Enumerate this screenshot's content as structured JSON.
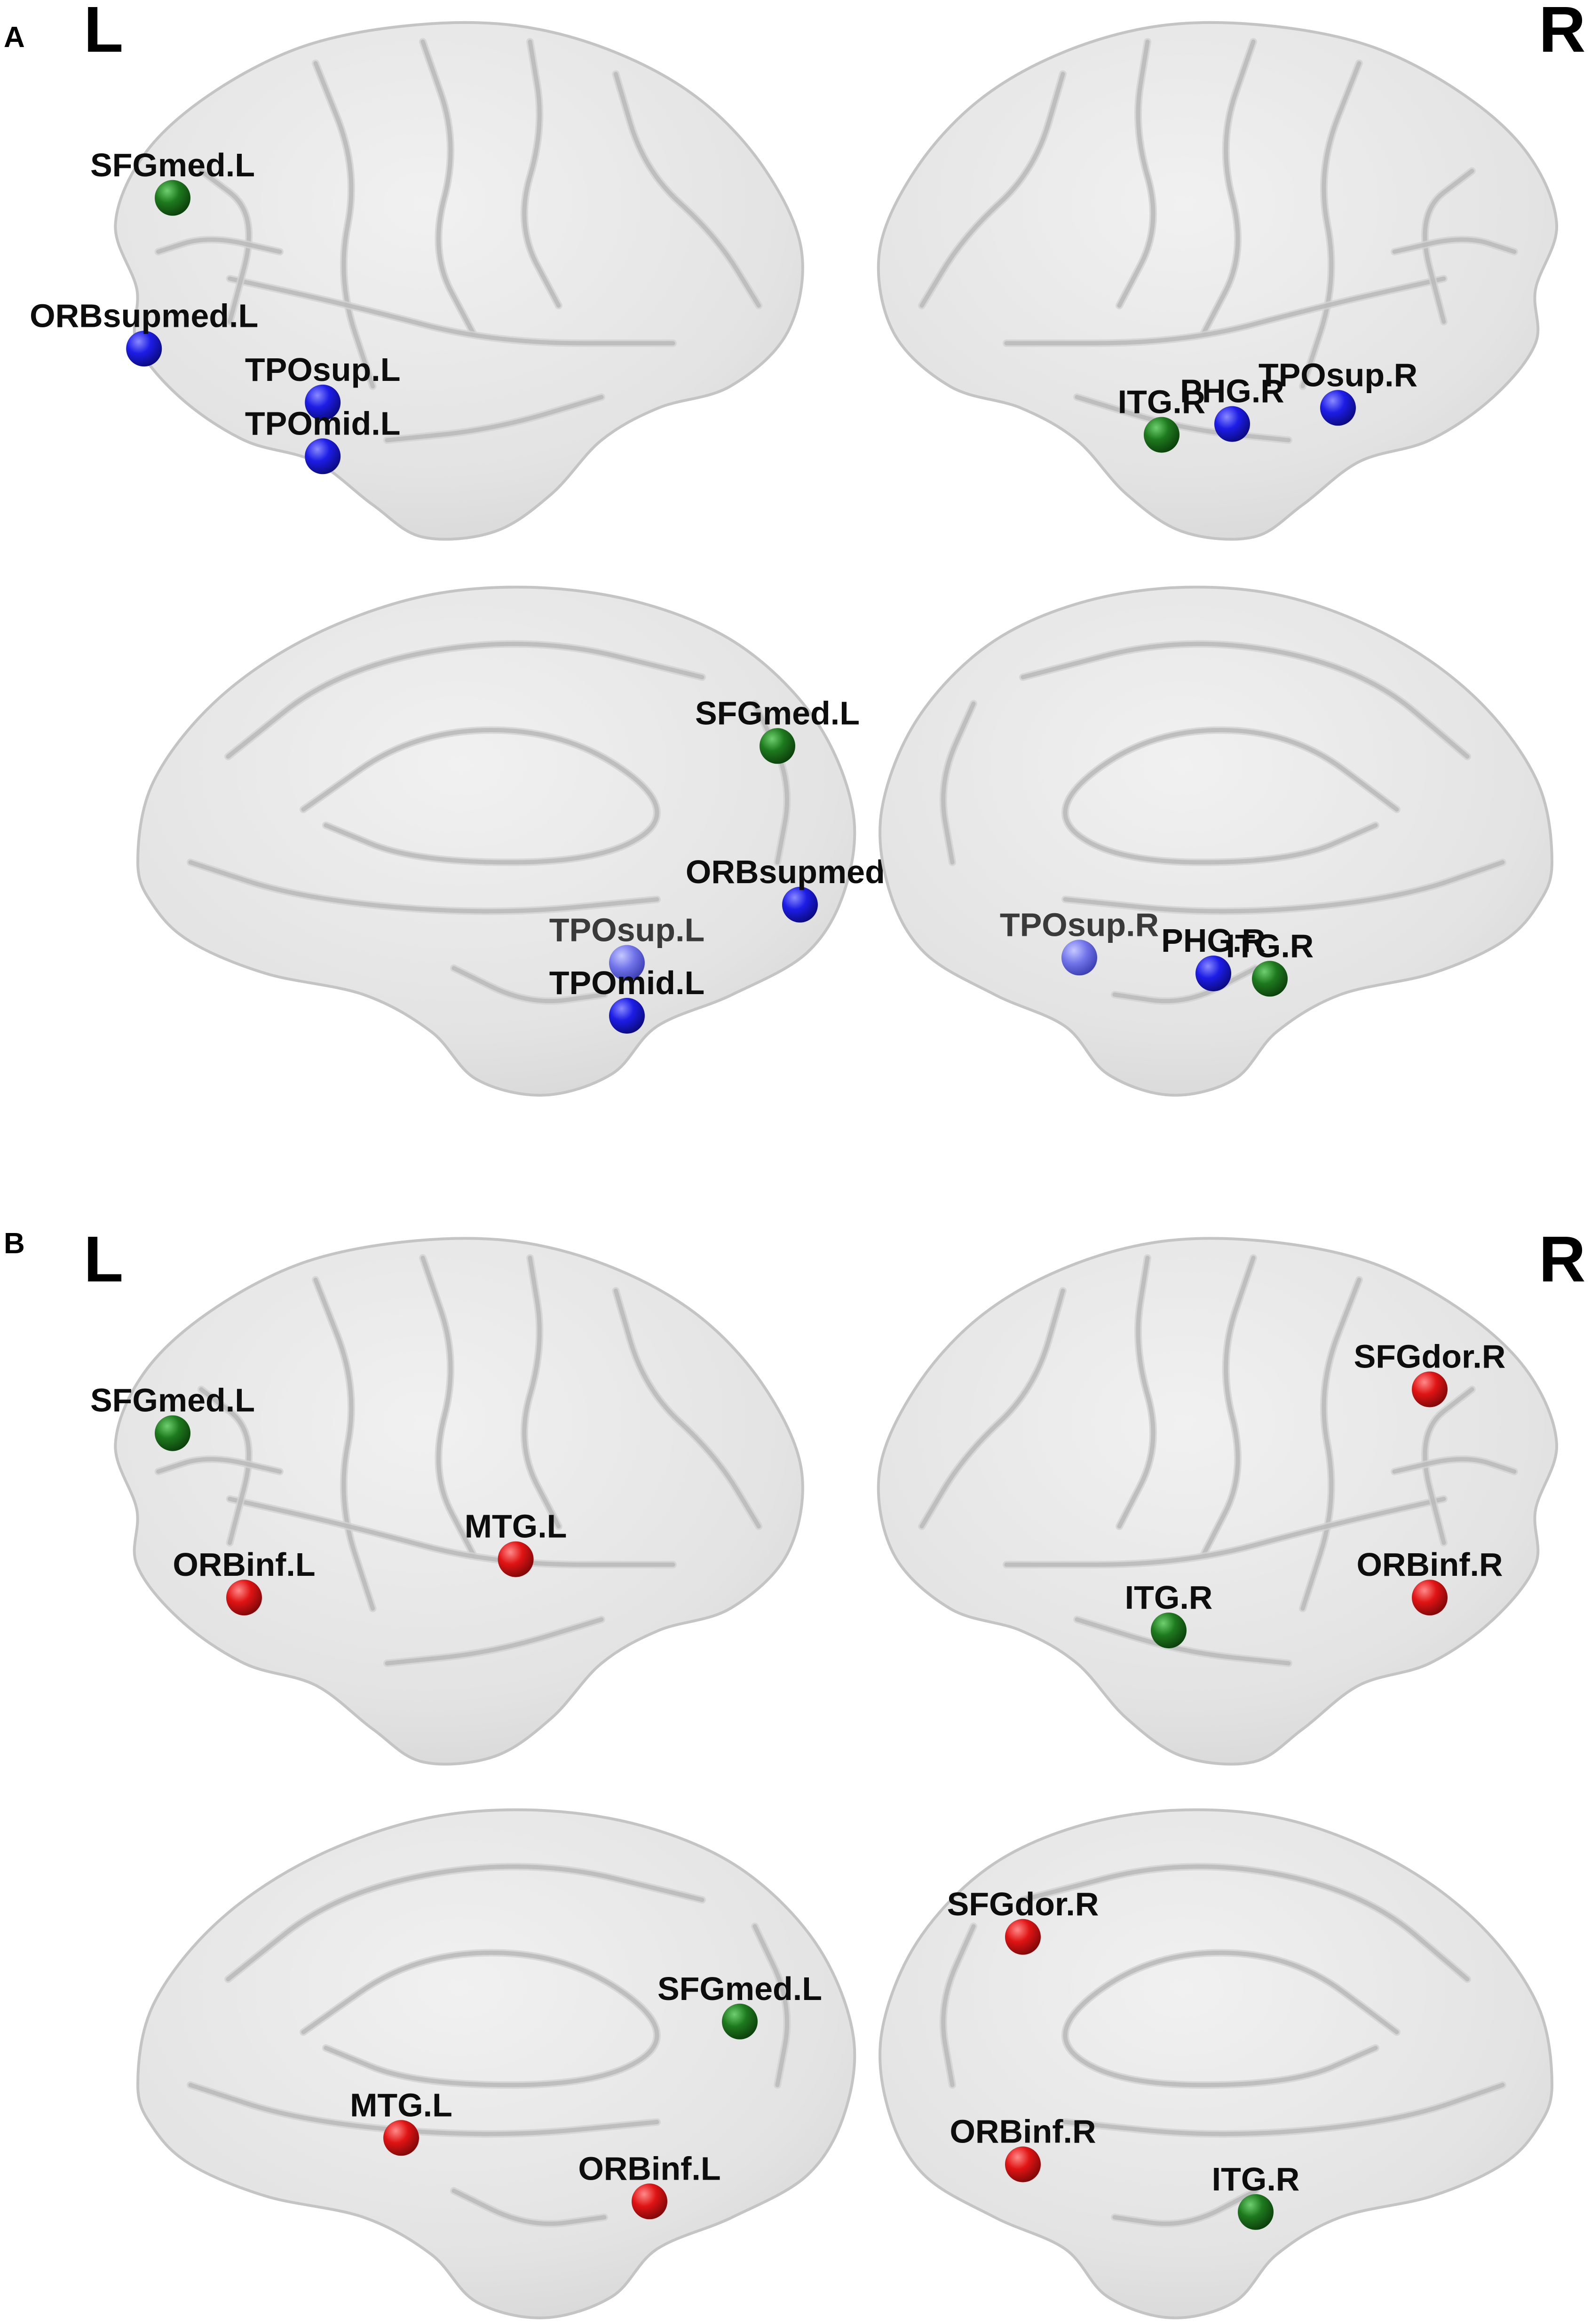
{
  "panels": [
    {
      "id": "A",
      "letter": "A",
      "left_side": "L",
      "right_side": "R",
      "views": [
        {
          "hemisphere": "left",
          "view": "lateral",
          "nodes": [
            {
              "label": "SFGmed.L",
              "color": "green",
              "u": 0.1,
              "v": 0.35
            },
            {
              "label": "ORBsupmed.L",
              "color": "blue",
              "u": 0.06,
              "v": 0.63
            },
            {
              "label": "TPOsup.L",
              "color": "blue",
              "u": 0.31,
              "v": 0.73
            },
            {
              "label": "TPOmid.L",
              "color": "blue",
              "u": 0.31,
              "v": 0.83
            }
          ]
        },
        {
          "hemisphere": "right",
          "view": "lateral",
          "nodes": [
            {
              "label": "ITG.R",
              "color": "green",
              "u": 0.42,
              "v": 0.79
            },
            {
              "label": "PHG.R",
              "color": "blue",
              "u": 0.52,
              "v": 0.77
            },
            {
              "label": "TPOsup.R",
              "color": "blue",
              "u": 0.67,
              "v": 0.74
            }
          ]
        },
        {
          "hemisphere": "left",
          "view": "medial",
          "nodes": [
            {
              "label": "SFGmed.L",
              "color": "green",
              "u": 0.88,
              "v": 0.33
            },
            {
              "label": "ORBsupmed.L",
              "color": "blue",
              "u": 0.91,
              "v": 0.63
            },
            {
              "label": "TPOsup.L",
              "color": "lightblue",
              "u": 0.68,
              "v": 0.74
            },
            {
              "label": "TPOmid.L",
              "color": "blue",
              "u": 0.68,
              "v": 0.84
            }
          ]
        },
        {
          "hemisphere": "right",
          "view": "medial",
          "nodes": [
            {
              "label": "TPOsup.R",
              "color": "lightblue",
              "u": 0.3,
              "v": 0.73
            },
            {
              "label": "PHG.R",
              "color": "blue",
              "u": 0.49,
              "v": 0.76
            },
            {
              "label": "ITG.R",
              "color": "green",
              "u": 0.57,
              "v": 0.77
            }
          ]
        }
      ]
    },
    {
      "id": "B",
      "letter": "B",
      "left_side": "L",
      "right_side": "R",
      "views": [
        {
          "hemisphere": "left",
          "view": "lateral",
          "nodes": [
            {
              "label": "SFGmed.L",
              "color": "green",
              "u": 0.1,
              "v": 0.38
            },
            {
              "label": "ORBinf.L",
              "color": "red",
              "u": 0.2,
              "v": 0.68
            },
            {
              "label": "MTG.L",
              "color": "red",
              "u": 0.58,
              "v": 0.61
            }
          ]
        },
        {
          "hemisphere": "right",
          "view": "lateral",
          "nodes": [
            {
              "label": "SFGdor.R",
              "color": "red",
              "u": 0.8,
              "v": 0.3
            },
            {
              "label": "ORBinf.R",
              "color": "red",
              "u": 0.8,
              "v": 0.68
            },
            {
              "label": "ITG.R",
              "color": "green",
              "u": 0.43,
              "v": 0.74
            }
          ]
        },
        {
          "hemisphere": "left",
          "view": "medial",
          "nodes": [
            {
              "label": "SFGmed.L",
              "color": "green",
              "u": 0.83,
              "v": 0.43
            },
            {
              "label": "MTG.L",
              "color": "red",
              "u": 0.38,
              "v": 0.65
            },
            {
              "label": "ORBinf.L",
              "color": "red",
              "u": 0.71,
              "v": 0.77
            }
          ]
        },
        {
          "hemisphere": "right",
          "view": "medial",
          "nodes": [
            {
              "label": "SFGdor.R",
              "color": "red",
              "u": 0.22,
              "v": 0.27
            },
            {
              "label": "ORBinf.R",
              "color": "red",
              "u": 0.22,
              "v": 0.7
            },
            {
              "label": "ITG.R",
              "color": "green",
              "u": 0.55,
              "v": 0.79
            }
          ]
        }
      ]
    }
  ],
  "node_colors": {
    "green": "#1e7a1e",
    "blue": "#1d1de6",
    "lightblue": "#6f72e8",
    "red": "#e01414"
  }
}
